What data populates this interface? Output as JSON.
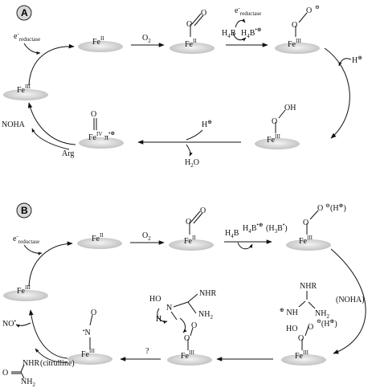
{
  "panel_a": {
    "label": "A",
    "fe2": "Fe",
    "fe2_ox": "II",
    "o2_arrow": "O",
    "o2_sub": "2",
    "fe2_o2": "Fe",
    "fe2_o2_ox": "II",
    "e_reductase_top": "e",
    "e_reductase_top_sub": "reductase",
    "h4b": "H",
    "h4b_sub": "4",
    "h4b_b": "B",
    "h4b_radical": "H",
    "h4b_radical_sub": "4",
    "h4b_radical_b": "B",
    "fe3_peroxo": "Fe",
    "fe3_peroxo_ox": "III",
    "h_plus_right": "H",
    "fe3_ooh": "Fe",
    "fe3_ooh_ox": "III",
    "h_plus_bottom": "H",
    "h2o": "H",
    "h2o_sub": "2",
    "h2o_o": "O",
    "fe4": "Fe",
    "fe4_ox": "IV",
    "pi": "π",
    "arg": "Arg",
    "noha": "NOHA",
    "fe3_left": "Fe",
    "fe3_left_ox": "III",
    "e_reductase_left": "e",
    "e_reductase_left_sub": "reductase"
  },
  "panel_b": {
    "label": "B",
    "e_reductase": "e",
    "e_reductase_sub": "reductase",
    "fe2": "Fe",
    "fe2_ox": "II",
    "o2_arrow": "O",
    "o2_sub": "2",
    "fe2_o2": "Fe",
    "fe2_o2_ox": "II",
    "h4b": "H",
    "h4b_sub": "4",
    "h4b_b": "B",
    "h4b_radical": "H",
    "h4b_radical_sub": "4",
    "h4b_radical_b": "B",
    "h3b_paren": "(H",
    "h3b_sub": "3",
    "h3b_b": "B",
    "h3b_close": ")",
    "fe3_peroxo": "Fe",
    "fe3_peroxo_ox": "III",
    "h_plus_paren": "(H",
    "h_plus_close": ")",
    "noha_paren": "(NOHA)",
    "nhr": "NHR",
    "nh": "NH",
    "nh2": "NH",
    "nh2_sub": "2",
    "ho": "HO",
    "h_plus_paren2": "(H",
    "fe3_noha": "Fe",
    "fe3_noha_ox": "III",
    "nhr_2": "NHR",
    "ho_2": "HO",
    "n_2": "N",
    "h_2": "H",
    "nh2_2": "NH",
    "nh2_2_sub": "2",
    "fe3_mid": "Fe",
    "fe3_mid_ox": "III",
    "question": "?",
    "n_no": "N",
    "o_no": "O",
    "fe3_no": "Fe",
    "fe3_no_ox": "III",
    "nhr_cit": "NHR",
    "citrulline": "(citrulline)",
    "nh2_cit": "NH",
    "nh2_cit_sub": "2",
    "o_cit": "O",
    "no_release": "NO",
    "fe3_left": "Fe",
    "fe3_left_ox": "III"
  }
}
